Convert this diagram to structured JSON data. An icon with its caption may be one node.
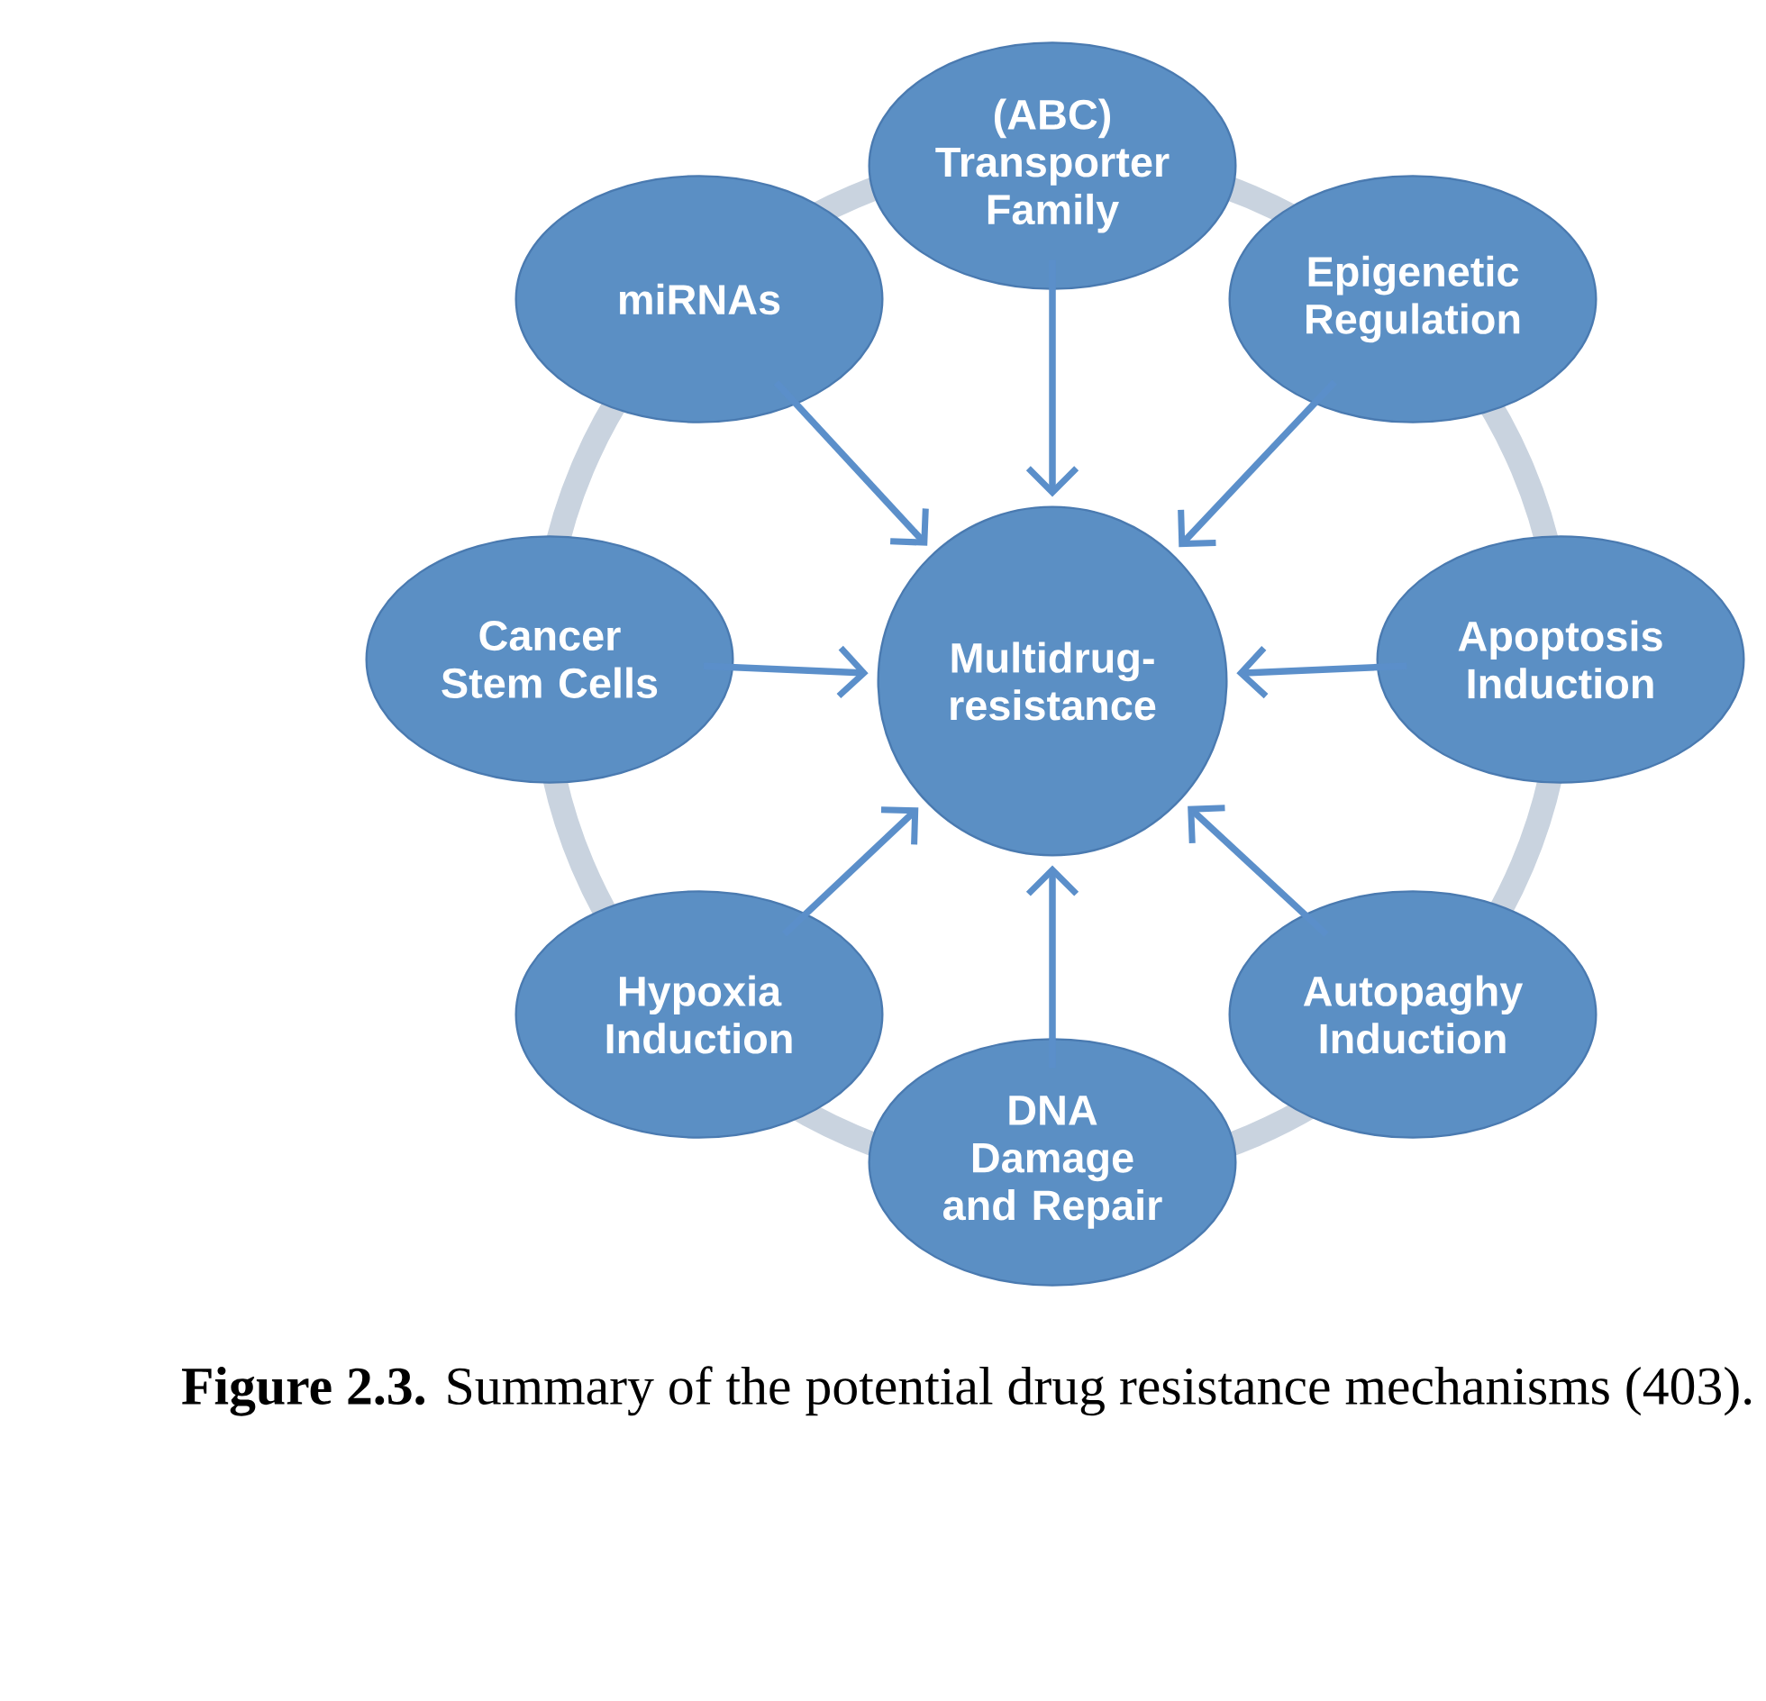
{
  "diagram": {
    "caption": "**Figure 2.3.** Summary of the potential drug resistance mechanisms (403).",
    "nodes": [
      {
        "text": [
          "(ABC) Transporter Family"
        ]
      },
      {
        "text": [
          "miRNAs"
        ]
      },
      {
        "text": [
          "Epigenetic Regulation"
        ]
      },
      {
        "text": [
          "Cancer Stem Cells"
        ]
      },
      {
        "text": [
          "Multidrug-resistance"
        ]
      },
      {
        "text": [
          "Apoptosis Induction"
        ]
      },
      {
        "text": [
          "Hypoxia Induction"
        ]
      },
      {
        "text": [
          "Autopaghy Induction"
        ]
      },
      {
        "text": [
          "DNA Damage and Repair"
        ]
      }
    ],
    "edges": [
      {
        "from": 0,
        "to": 4,
        "arrow": "to"
      },
      {
        "from": 1,
        "to": 4,
        "arrow": "to"
      },
      {
        "from": 2,
        "to": 4,
        "arrow": "to"
      },
      {
        "from": 3,
        "to": 4,
        "arrow": "to"
      },
      {
        "from": 5,
        "to": 4,
        "arrow": "to"
      },
      {
        "from": 6,
        "to": 4,
        "arrow": "to"
      },
      {
        "from": 7,
        "to": 4,
        "arrow": "to"
      },
      {
        "from": 8,
        "to": 4,
        "arrow": "to"
      }
    ]
  }
}
